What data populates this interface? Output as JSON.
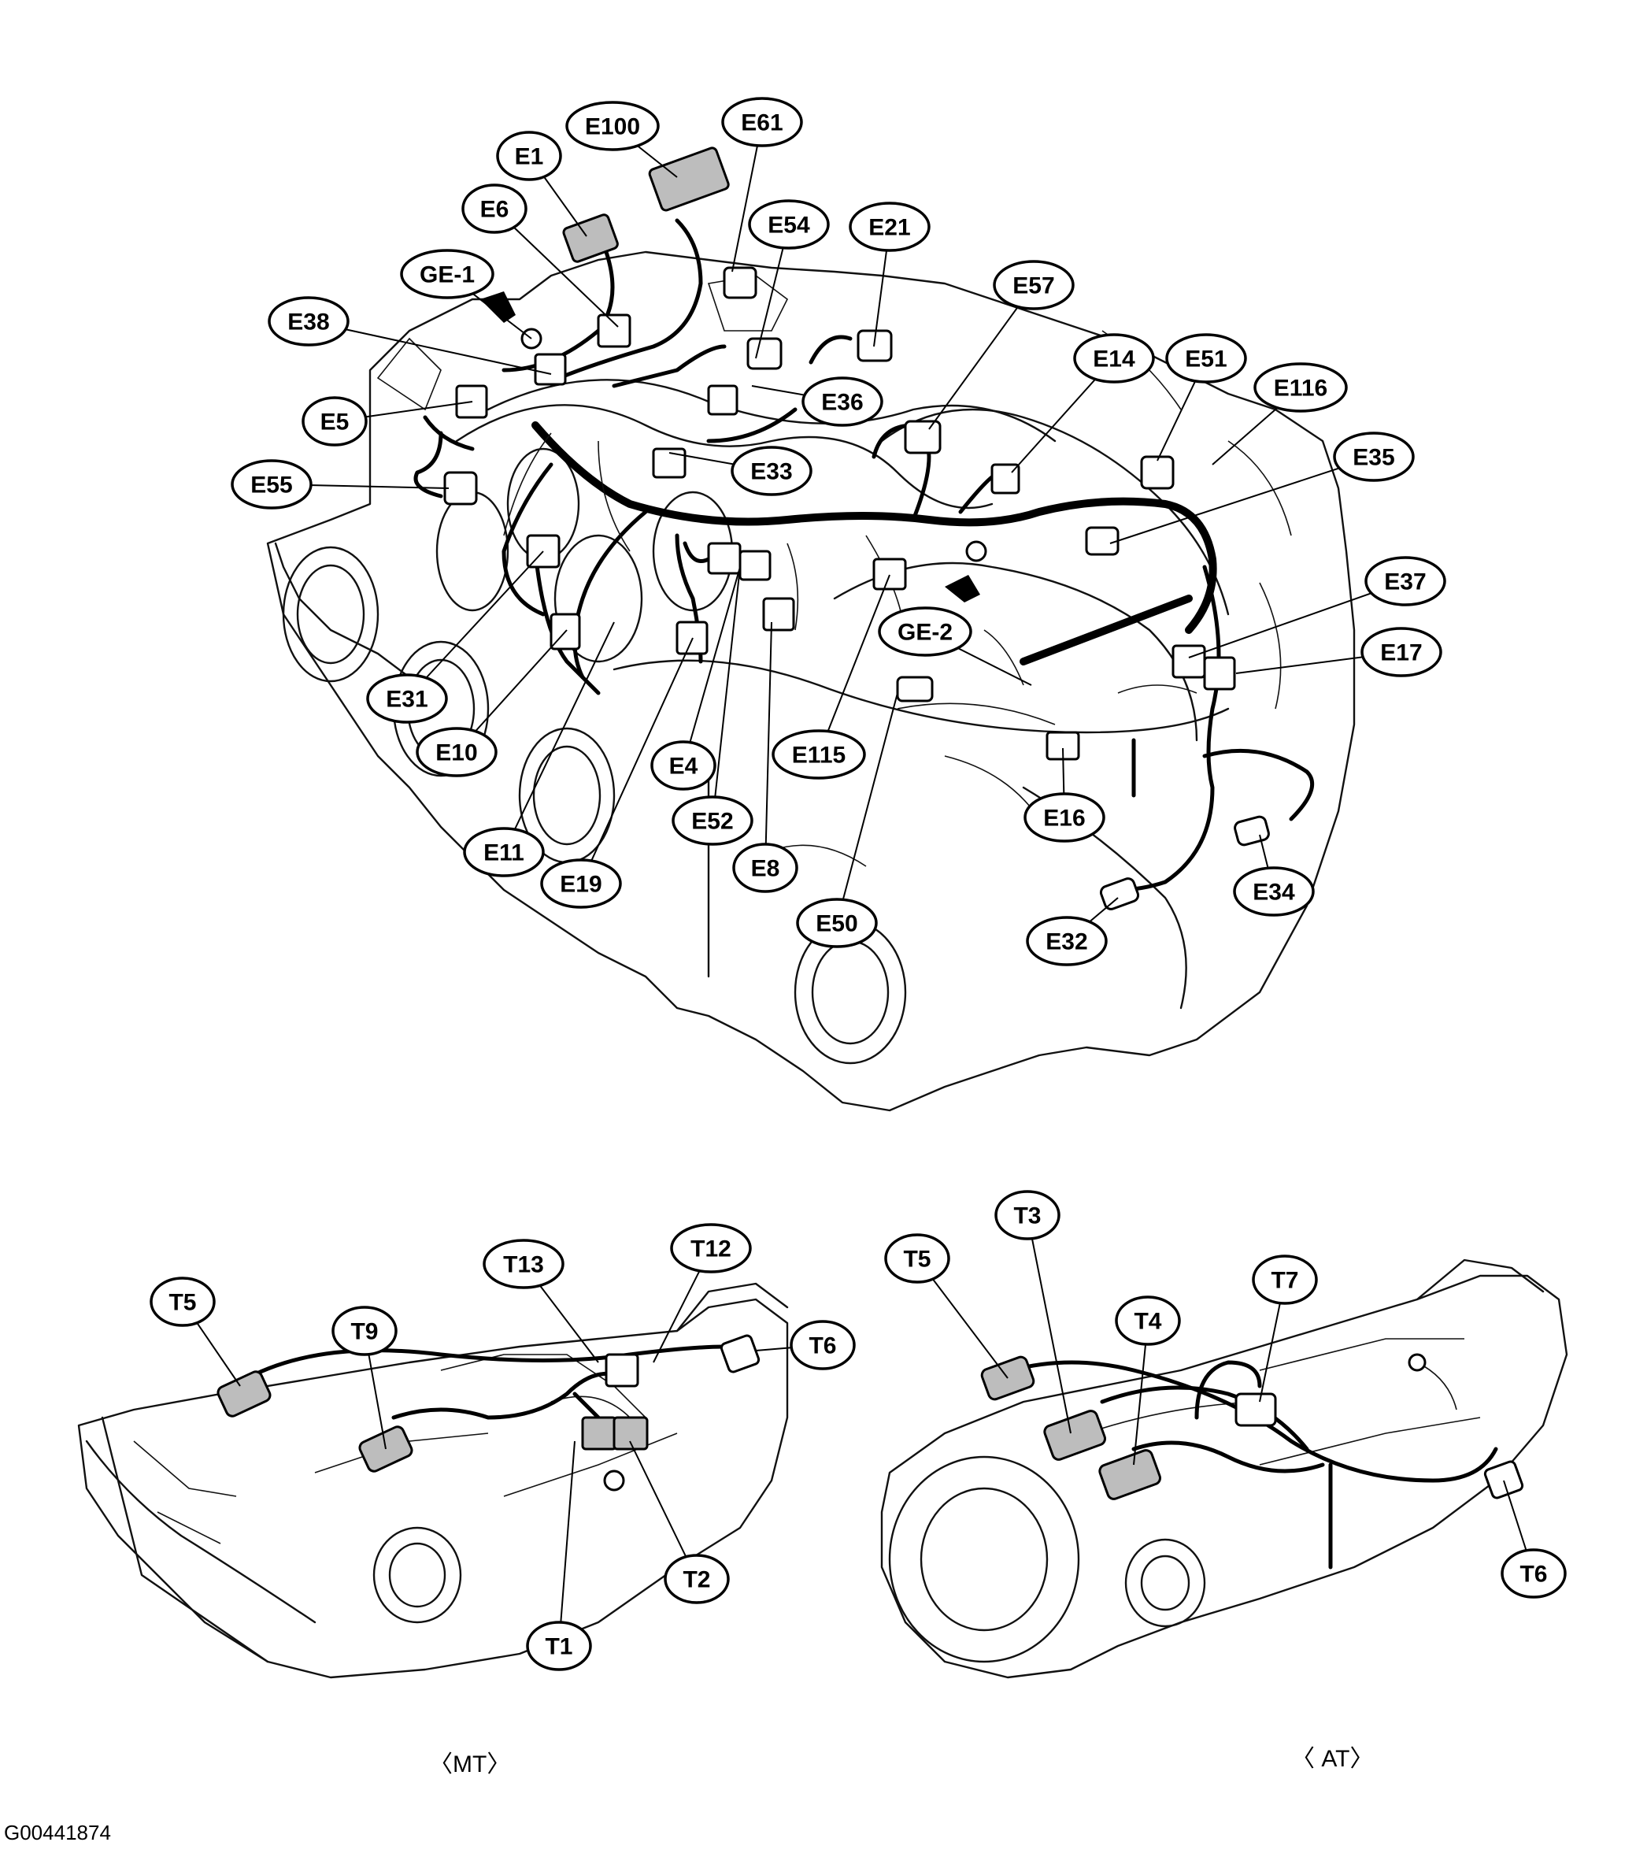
{
  "engine_labels": [
    "E100",
    "E61",
    "E1",
    "E6",
    "E54",
    "E21",
    "GE-1",
    "E57",
    "E38",
    "E14",
    "E51",
    "E116",
    "E36",
    "E5",
    "E35",
    "E33",
    "E55",
    "E37",
    "GE-2",
    "E17",
    "E31",
    "E10",
    "E4",
    "E115",
    "E16",
    "E52",
    "E11",
    "E19",
    "E8",
    "E34",
    "E50",
    "E32"
  ],
  "mt_labels": [
    "T13",
    "T12",
    "T5",
    "T6",
    "T9",
    "T2",
    "T1"
  ],
  "at_labels": [
    "T3",
    "T5",
    "T7",
    "T4",
    "T6"
  ],
  "captions": {
    "mt": "〈MT〉",
    "at": "〈 AT〉"
  },
  "figure_id": "G00441874"
}
